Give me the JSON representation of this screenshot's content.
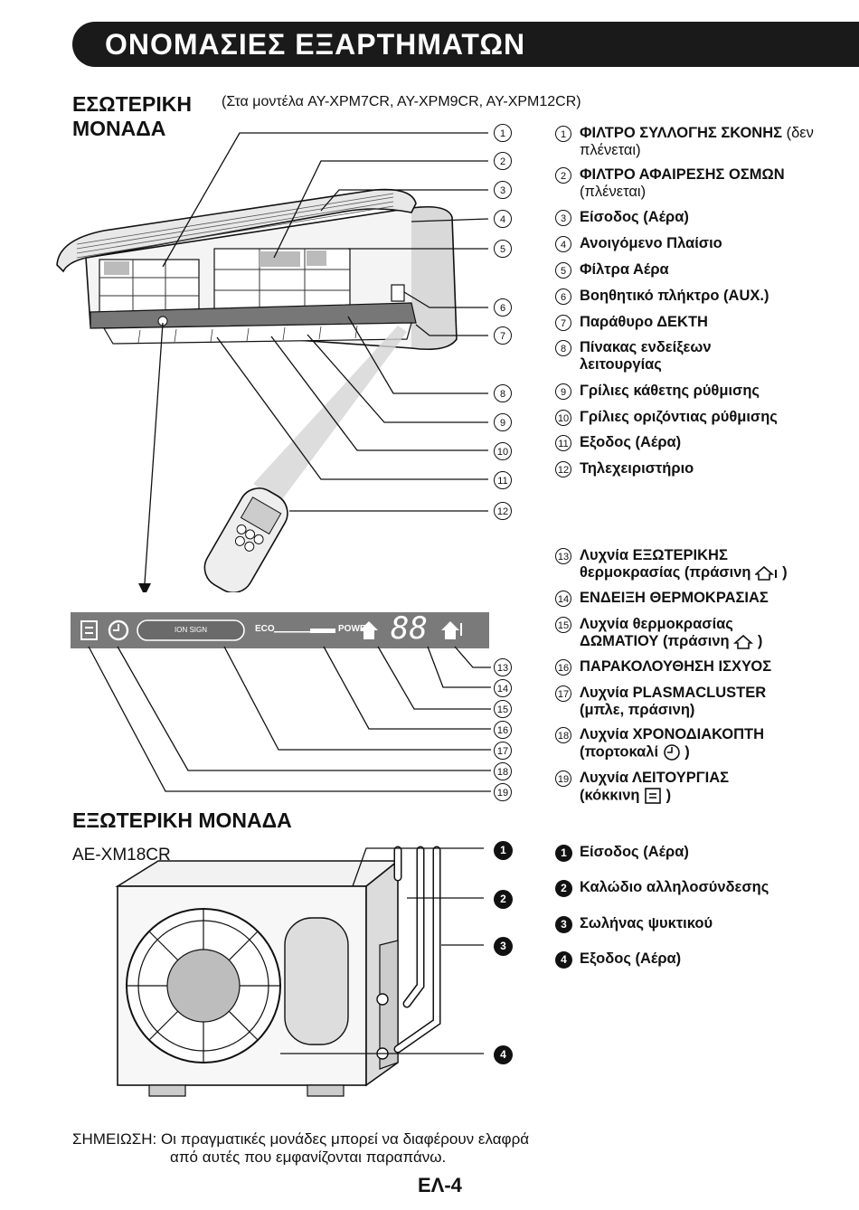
{
  "title": "ΟΝΟΜΑΣΙΕΣ ΕΞΑΡΤΗΜΑΤΩΝ",
  "indoor": {
    "heading_line1": "ΕΣΩΤΕΡΙΚΗ",
    "heading_line2": "ΜΟΝΑΔΑ",
    "models": "(Στα μοντέλα AY-XPM7CR, AY-XPM9CR, AY-XPM12CR)",
    "parts": [
      {
        "num": "1",
        "bold": "ΦΙΛΤΡΟ ΣΥΛΛΟΓΗΣ ΣΚΟΝΗΣ",
        "normal": "(δεν πλένεται)"
      },
      {
        "num": "2",
        "bold": "ΦΙΛΤΡΟ ΑΦΑΙΡΕΣΗΣ ΟΣΜΩΝ",
        "normal": "(πλένεται)"
      },
      {
        "num": "3",
        "bold": "Είσοδος (Αέρα)"
      },
      {
        "num": "4",
        "bold": "Ανοιγόμενο Πλαίσιο"
      },
      {
        "num": "5",
        "bold": "Φίλτρα Αέρα"
      },
      {
        "num": "6",
        "bold": "Βοηθητικό πλήκτρο (AUX.)"
      },
      {
        "num": "7",
        "bold": "Παράθυρο ΔΕΚΤΗ"
      },
      {
        "num": "8",
        "bold": "Πίνακας ενδείξεων λειτουργίας"
      },
      {
        "num": "9",
        "bold": "Γρίλιες κάθετης ρύθμισης"
      },
      {
        "num": "10",
        "bold": "Γρίλιες οριζόντιας ρύθμισης"
      },
      {
        "num": "11",
        "bold": "Εξοδος (Αέρα)"
      },
      {
        "num": "12",
        "bold": "Τηλεχειριστήριο"
      }
    ],
    "panel_parts": [
      {
        "num": "13",
        "bold": "Λυχνία ΕΞΩΤΕΡΙΚΗΣ θερμοκρασίας (πράσινη",
        "close": ")"
      },
      {
        "num": "14",
        "bold": "ΕΝΔΕΙΞΗ ΘΕΡΜΟΚΡΑΣΙΑΣ"
      },
      {
        "num": "15",
        "bold": "Λυχνία θερμοκρασίας ΔΩΜΑΤΙΟΥ (πράσινη",
        "close": ")"
      },
      {
        "num": "16",
        "bold": "ΠΑΡΑΚΟΛΟΥΘΗΣΗ ΙΣΧΥΟΣ"
      },
      {
        "num": "17",
        "bold": "Λυχνία PLASMACLUSTER (μπλε, πράσινη)"
      },
      {
        "num": "18",
        "bold": "Λυχνία ΧΡΟΝΟΔΙΑΚΟΠΤΗ (πορτοκαλί",
        "close": ")"
      },
      {
        "num": "19",
        "bold": "Λυχνία ΛΕΙΤΟΥΡΓΙΑΣ (κόκκινη",
        "close": ")"
      }
    ],
    "panel_labels": {
      "ion": "ION SIGN",
      "eco": "ECO",
      "power": "POWER",
      "digits": "88"
    }
  },
  "outdoor": {
    "heading": "ΕΞΩΤΕΡΙΚΗ ΜΟΝΑΔΑ",
    "model": "AE-XM18CR",
    "parts": [
      {
        "num": "1",
        "bold": "Είσοδος (Αέρα)"
      },
      {
        "num": "2",
        "bold": "Καλώδιο αλληλοσύνδεσης"
      },
      {
        "num": "3",
        "bold": "Σωλήνας ψυκτικού"
      },
      {
        "num": "4",
        "bold": "Εξοδος (Αέρα)"
      }
    ]
  },
  "note_line1": "ΣΗΜΕΙΩΣΗ: Οι πραγματικές μονάδες μπορεί να διαφέρουν ελαφρά",
  "note_line2": "από αυτές που εμφανίζονται παραπάνω.",
  "page_number": "ΕΛ-4"
}
